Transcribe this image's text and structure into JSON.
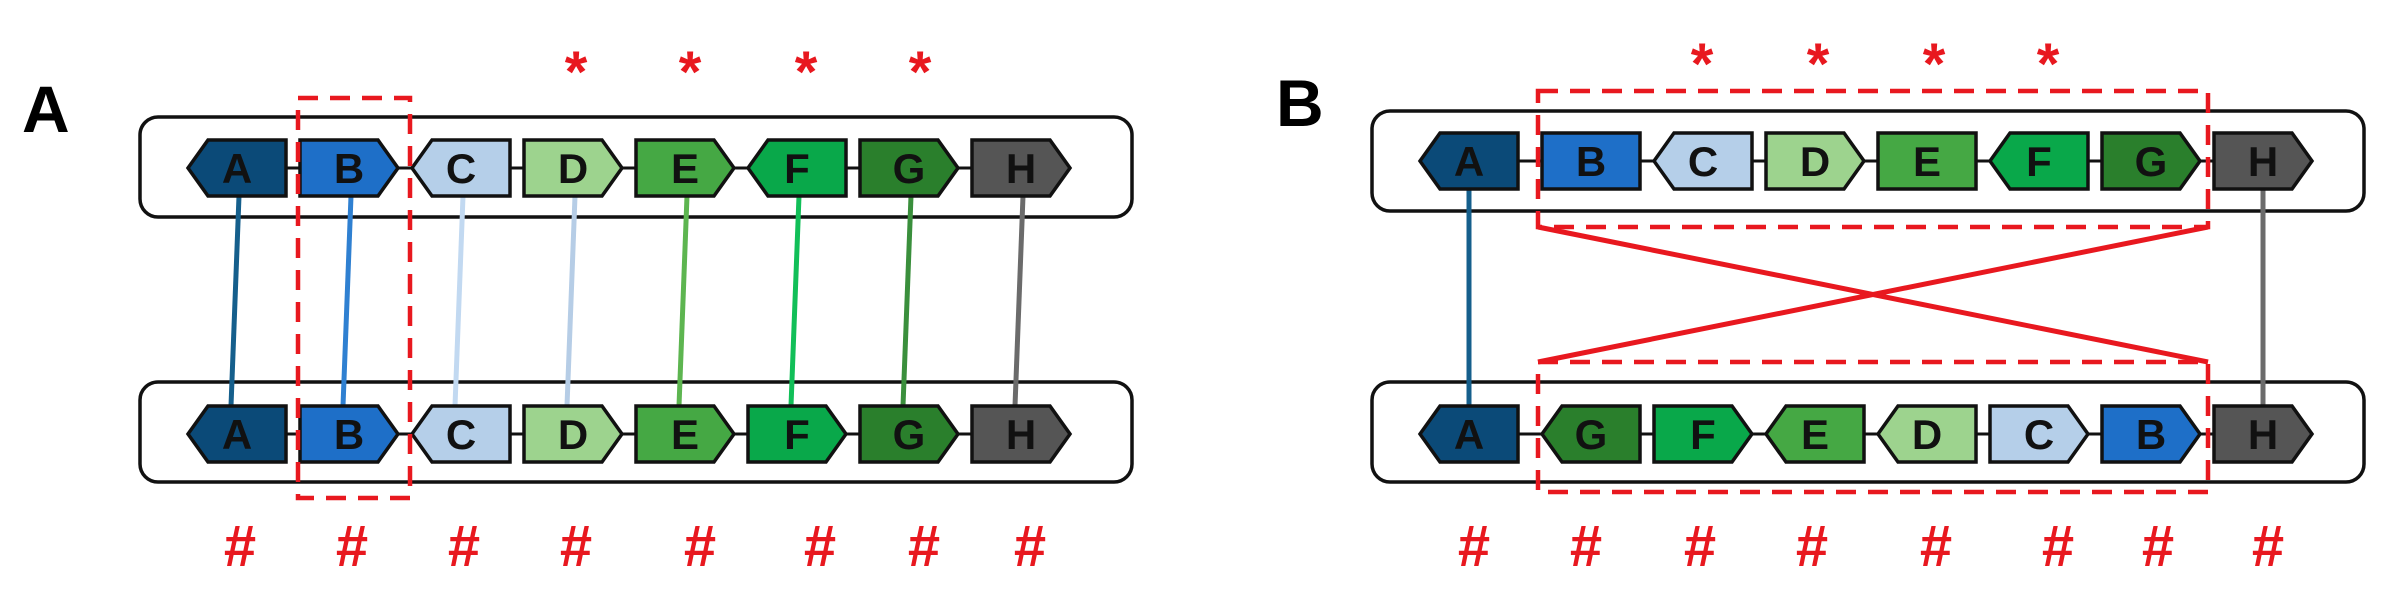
{
  "panels": [
    {
      "id": "A",
      "label": "A",
      "top_track": [
        {
          "label": "A",
          "color": "#0b4a78",
          "dir": "left"
        },
        {
          "label": "B",
          "color": "#1e6fc8",
          "dir": "right"
        },
        {
          "label": "C",
          "color": "#b5cfe9",
          "dir": "left"
        },
        {
          "label": "D",
          "color": "#9dd38e",
          "dir": "right"
        },
        {
          "label": "E",
          "color": "#45a844",
          "dir": "right"
        },
        {
          "label": "F",
          "color": "#09a84a",
          "dir": "left"
        },
        {
          "label": "G",
          "color": "#2a7f2c",
          "dir": "right"
        },
        {
          "label": "H",
          "color": "#555555",
          "dir": "right"
        }
      ],
      "bottom_track": [
        {
          "label": "A",
          "color": "#0b4a78",
          "dir": "left"
        },
        {
          "label": "B",
          "color": "#1e6fc8",
          "dir": "right"
        },
        {
          "label": "C",
          "color": "#b5cfe9",
          "dir": "left"
        },
        {
          "label": "D",
          "color": "#9dd38e",
          "dir": "right"
        },
        {
          "label": "E",
          "color": "#45a844",
          "dir": "right"
        },
        {
          "label": "F",
          "color": "#09a84a",
          "dir": "right"
        },
        {
          "label": "G",
          "color": "#2a7f2c",
          "dir": "right"
        },
        {
          "label": "H",
          "color": "#555555",
          "dir": "right"
        }
      ],
      "links": [
        {
          "color": "#155f8c"
        },
        {
          "color": "#2f80d1"
        },
        {
          "color": "#c2d9f1"
        },
        {
          "color": "#b6cde6"
        },
        {
          "color": "#5db550"
        },
        {
          "color": "#11bf58"
        },
        {
          "color": "#3a8f3c"
        },
        {
          "color": "#6b6b6b"
        }
      ],
      "asterisks": [
        "*",
        "*",
        "*",
        "*"
      ],
      "hashes": [
        "#",
        "#",
        "#",
        "#",
        "#",
        "#",
        "#",
        "#"
      ]
    },
    {
      "id": "B",
      "label": "B",
      "top_track": [
        {
          "label": "A",
          "color": "#0b4a78",
          "dir": "left"
        },
        {
          "label": "B",
          "color": "#1e6fc8",
          "dir": "none"
        },
        {
          "label": "C",
          "color": "#b5cfe9",
          "dir": "left"
        },
        {
          "label": "D",
          "color": "#9dd38e",
          "dir": "right"
        },
        {
          "label": "E",
          "color": "#45a844",
          "dir": "none"
        },
        {
          "label": "F",
          "color": "#09a84a",
          "dir": "left"
        },
        {
          "label": "G",
          "color": "#2a7f2c",
          "dir": "right"
        },
        {
          "label": "H",
          "color": "#555555",
          "dir": "right"
        }
      ],
      "bottom_track": [
        {
          "label": "A",
          "color": "#0b4a78",
          "dir": "left"
        },
        {
          "label": "G",
          "color": "#2a7f2c",
          "dir": "left"
        },
        {
          "label": "F",
          "color": "#09a84a",
          "dir": "right"
        },
        {
          "label": "E",
          "color": "#45a844",
          "dir": "left"
        },
        {
          "label": "D",
          "color": "#9dd38e",
          "dir": "left"
        },
        {
          "label": "C",
          "color": "#b5cfe9",
          "dir": "right"
        },
        {
          "label": "B",
          "color": "#1e6fc8",
          "dir": "right"
        },
        {
          "label": "H",
          "color": "#555555",
          "dir": "right"
        }
      ],
      "links": [
        {
          "color": "#155f8c"
        },
        {
          "color": "#6b6b6b"
        }
      ],
      "asterisks": [
        "*",
        "*",
        "*",
        "*"
      ],
      "hashes": [
        "#",
        "#",
        "#",
        "#",
        "#",
        "#",
        "#",
        "#"
      ]
    }
  ],
  "colors": {
    "mark_red": "#e8181f",
    "track_border": "#111111",
    "gene_border": "#111111"
  }
}
